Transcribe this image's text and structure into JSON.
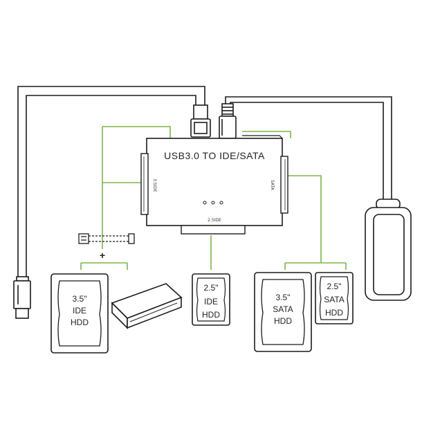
{
  "colors": {
    "line": "#1a1a1a",
    "connector": "#7ab648",
    "background": "#ffffff"
  },
  "adapter": {
    "title": "USB3.0 TO IDE/SATA",
    "port_left": "3.5IDE",
    "port_right": "SATA",
    "port_bottom": "2.5IDE"
  },
  "power": {
    "plus_sign": "+"
  },
  "drives": [
    {
      "size": "3.5\"",
      "interface": "IDE",
      "type": "HDD"
    },
    {
      "size": "2.5\"",
      "interface": "IDE",
      "type": "HDD"
    },
    {
      "size": "3.5\"",
      "interface": "SATA",
      "type": "HDD"
    },
    {
      "size": "2.5\"",
      "interface": "SATA",
      "type": "HDD"
    }
  ]
}
